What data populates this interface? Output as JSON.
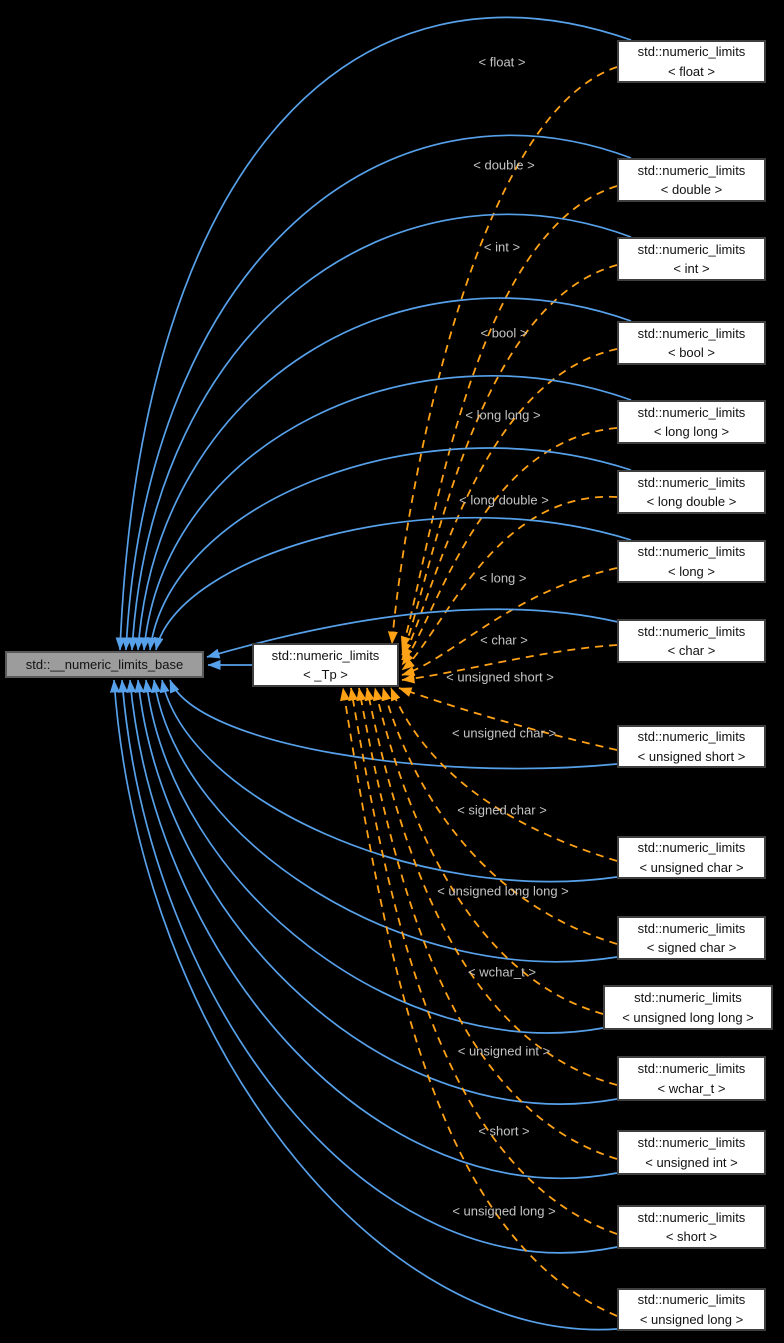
{
  "diagram": {
    "base_node": {
      "label": "std::__numeric_limits_base"
    },
    "template_node": {
      "line1": "std::numeric_limits",
      "line2": "< _Tp >"
    },
    "specializations": [
      {
        "id": "float",
        "line1": "std::numeric_limits",
        "line2": "< float >",
        "edge_label": "< float >"
      },
      {
        "id": "double",
        "line1": "std::numeric_limits",
        "line2": "< double >",
        "edge_label": "< double >"
      },
      {
        "id": "int",
        "line1": "std::numeric_limits",
        "line2": "< int >",
        "edge_label": "< int >"
      },
      {
        "id": "bool",
        "line1": "std::numeric_limits",
        "line2": "< bool >",
        "edge_label": "< bool >"
      },
      {
        "id": "long-long",
        "line1": "std::numeric_limits",
        "line2": "< long long >",
        "edge_label": "< long long >"
      },
      {
        "id": "long-double",
        "line1": "std::numeric_limits",
        "line2": "< long double >",
        "edge_label": "< long double >"
      },
      {
        "id": "long",
        "line1": "std::numeric_limits",
        "line2": "< long >",
        "edge_label": "< long >"
      },
      {
        "id": "char",
        "line1": "std::numeric_limits",
        "line2": "< char >",
        "edge_label": "< char >"
      },
      {
        "id": "unsigned-short",
        "line1": "std::numeric_limits",
        "line2": "< unsigned short >",
        "edge_label": "< unsigned short >"
      },
      {
        "id": "unsigned-char",
        "line1": "std::numeric_limits",
        "line2": "< unsigned char >",
        "edge_label": "< unsigned char >"
      },
      {
        "id": "signed-char",
        "line1": "std::numeric_limits",
        "line2": "< signed char >",
        "edge_label": "< signed char >"
      },
      {
        "id": "unsigned-long-long",
        "line1": "std::numeric_limits",
        "line2": "< unsigned long long >",
        "edge_label": "< unsigned long long >"
      },
      {
        "id": "wchar-t",
        "line1": "std::numeric_limits",
        "line2": "< wchar_t >",
        "edge_label": "< wchar_t >"
      },
      {
        "id": "unsigned-int",
        "line1": "std::numeric_limits",
        "line2": "< unsigned int >",
        "edge_label": "< unsigned int >"
      },
      {
        "id": "short",
        "line1": "std::numeric_limits",
        "line2": "< short >",
        "edge_label": "< short >"
      },
      {
        "id": "unsigned-long",
        "line1": "std::numeric_limits",
        "line2": "< unsigned long >",
        "edge_label": "< unsigned long >"
      }
    ],
    "colors": {
      "background": "#000000",
      "inheritance_edge": "#57a1ea",
      "template_edge": "#ffa216",
      "edge_label_text": "#c4c4c4",
      "node_fill": "#ffffff",
      "node_border": "#3f3f3f",
      "node_text": "#111111",
      "base_fill": "#9c9c9c",
      "base_border": "#5a5a5a"
    }
  }
}
